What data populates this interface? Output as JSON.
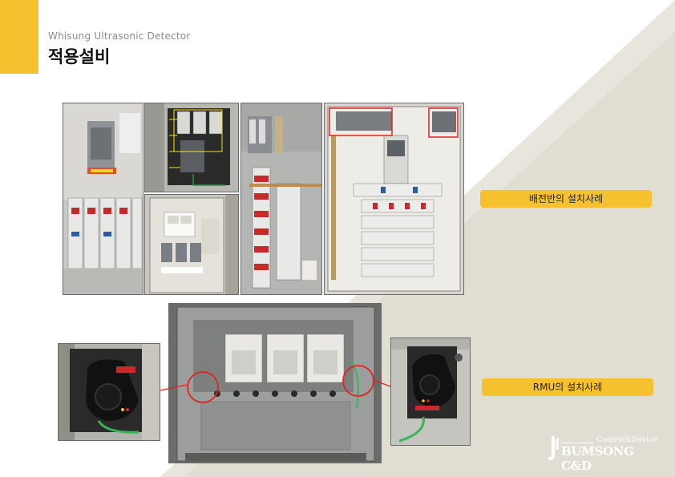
{
  "header": {
    "subtitle": "Whisung Ultrasonic Detector",
    "title": "적용설비"
  },
  "labels": {
    "switchboard": "배전반의 설치사례",
    "rmu": "RMU의 설치사례"
  },
  "logo": {
    "tagline": "Control&Device",
    "brand": "BUMSONG C&D"
  },
  "colors": {
    "accent": "#f6c12f",
    "background_triangle": "#e0ddd3",
    "highlight_red": "#e02424"
  },
  "photos": [
    "switchboard-panel-front",
    "switchboard-wiring-closeup",
    "switchboard-enclosure-interior",
    "switchboard-breaker-column",
    "switchboard-cabinet-highlighted",
    "rmu-sensor-left-closeup",
    "rmu-cabinet-open",
    "rmu-sensor-right-closeup"
  ]
}
